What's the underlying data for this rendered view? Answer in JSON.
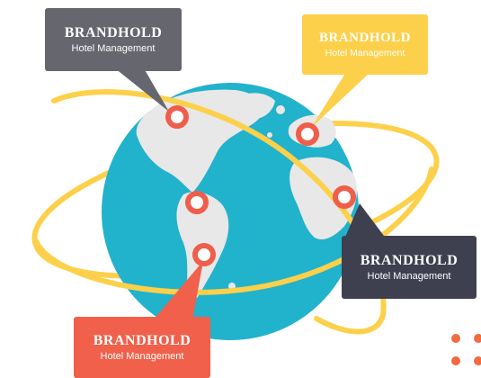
{
  "callouts": [
    {
      "brand": "BRANDHOLD",
      "subtitle": "Hotel Management",
      "color": "#66666f",
      "text_color": "#ffffff"
    },
    {
      "brand": "BRANDHOLD",
      "subtitle": "Hotel Management",
      "color": "#fcd04a",
      "text_color": "#ffffff"
    },
    {
      "brand": "BRANDHOLD",
      "subtitle": "Hotel Management",
      "color": "#3f404f",
      "text_color": "#ffffff"
    },
    {
      "brand": "BRANDHOLD",
      "subtitle": "Hotel Management",
      "color": "#f0604a",
      "text_color": "#ffffff"
    }
  ],
  "colors": {
    "ocean": "#21b2cc",
    "land": "#e8e8e8",
    "orbit": "#fcd04a",
    "pin": "#ef5e4a",
    "dots": "#f26a3f"
  },
  "icons": [
    "globe-icon",
    "location-pin-icon",
    "orbit-ring-icon",
    "decorative-dots-icon"
  ]
}
